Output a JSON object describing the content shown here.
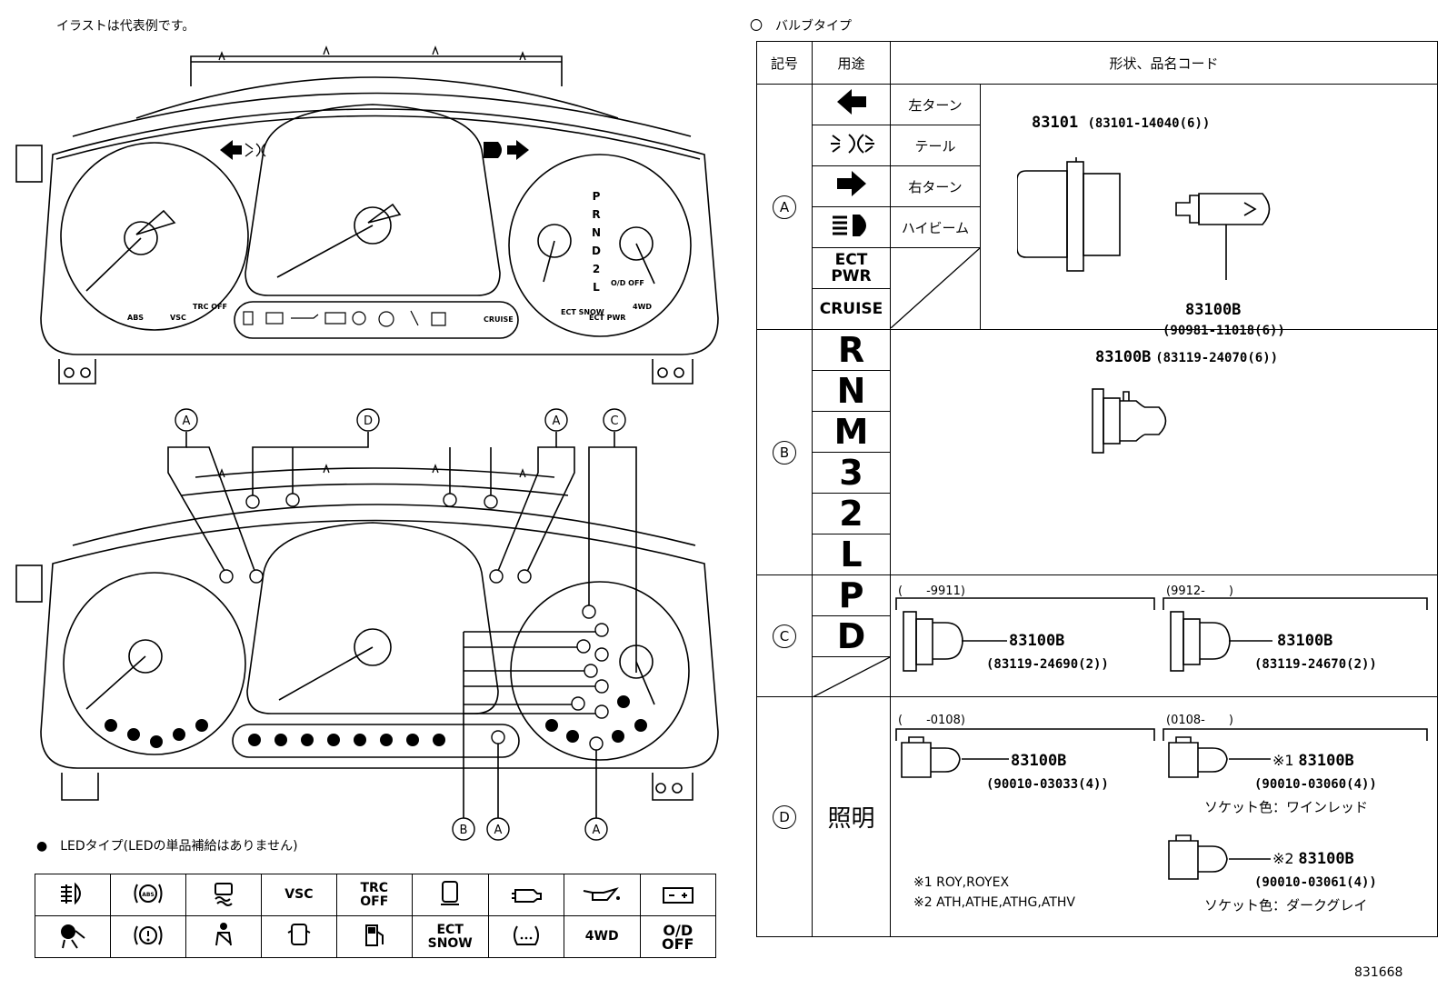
{
  "header_note": "イラストは代表例です。",
  "bulb_section_title": "〇　バルブタイプ",
  "table_headers": {
    "mark": "記号",
    "use": "用途",
    "shape": "形状、品名コード"
  },
  "row_a": {
    "mark": "A",
    "uses": [
      {
        "icon": "left-turn-arrow-icon",
        "name": "左ターン"
      },
      {
        "icon": "tail-lamp-icon",
        "name": "テール"
      },
      {
        "icon": "right-turn-arrow-icon",
        "name": "右ターン"
      },
      {
        "icon": "high-beam-icon",
        "name": "ハイビーム"
      },
      {
        "label": "ECT\nPWR",
        "name": ""
      },
      {
        "label": "CRUISE",
        "name": ""
      }
    ],
    "part1": "83101",
    "part1_code": "(83101-14040(6))",
    "part2": "83100B",
    "part2_code": "(90981-11018(6))"
  },
  "row_b": {
    "mark": "B",
    "uses": [
      "R",
      "N",
      "M",
      "3",
      "2",
      "L"
    ],
    "part": "83100B",
    "part_code": "(83119-24070(6))"
  },
  "row_c": {
    "mark": "C",
    "uses": [
      "P",
      "D"
    ],
    "left_range": "(　　-9911)",
    "left_part": "83100B",
    "left_code": "(83119-24690(2))",
    "right_range": "(9912-　　)",
    "right_part": "83100B",
    "right_code": "(83119-24670(2))"
  },
  "row_d": {
    "mark": "D",
    "use": "照明",
    "left_range": "(　　-0108)",
    "left_part": "83100B",
    "left_code": "(90010-03033(4))",
    "right_range": "(0108-　　)",
    "right_part1_prefix": "※1",
    "right_part1": "83100B",
    "right_code1": "(90010-03060(4))",
    "socket1": "ソケット色：ワインレッド",
    "right_part2_prefix": "※2",
    "right_part2": "83100B",
    "right_code2": "(90010-03061(4))",
    "socket2": "ソケット色：ダークグレイ",
    "footnote1": "※1 ROY,ROYEX",
    "footnote2": "※2 ATH,ATHE,ATHG,ATHV"
  },
  "led_title": "●　LEDタイプ(LEDの単品補給はありません)",
  "led_row1": [
    "headlamp-level-icon",
    "ABS",
    "skid-icon",
    "VSC",
    "TRC\nOFF",
    "door-icon",
    "engine-icon",
    "oil-icon",
    "battery-icon"
  ],
  "led_row2": [
    "airbag-icon",
    "brake-icon",
    "seatbelt-icon",
    "door-open-icon",
    "fuel-icon",
    "ECT\nSNOW",
    "tire-pressure-icon",
    "4WD",
    "O/D\nOFF"
  ],
  "cluster_labels": {
    "gear": [
      "P",
      "R",
      "N",
      "D",
      "2",
      "L"
    ],
    "od_off": "O/D\nOFF",
    "fourwd": "4WD",
    "ect_snow": "ECT\nSNOW",
    "ect_pwr": "ECT\nPWR",
    "trc_off": "TRC\nOFF",
    "vsc": "VSC",
    "cruise": "CRUISE",
    "abs": "ABS"
  },
  "callouts": [
    "A",
    "D",
    "A",
    "C",
    "B",
    "A",
    "A"
  ],
  "figure_number": "831668"
}
